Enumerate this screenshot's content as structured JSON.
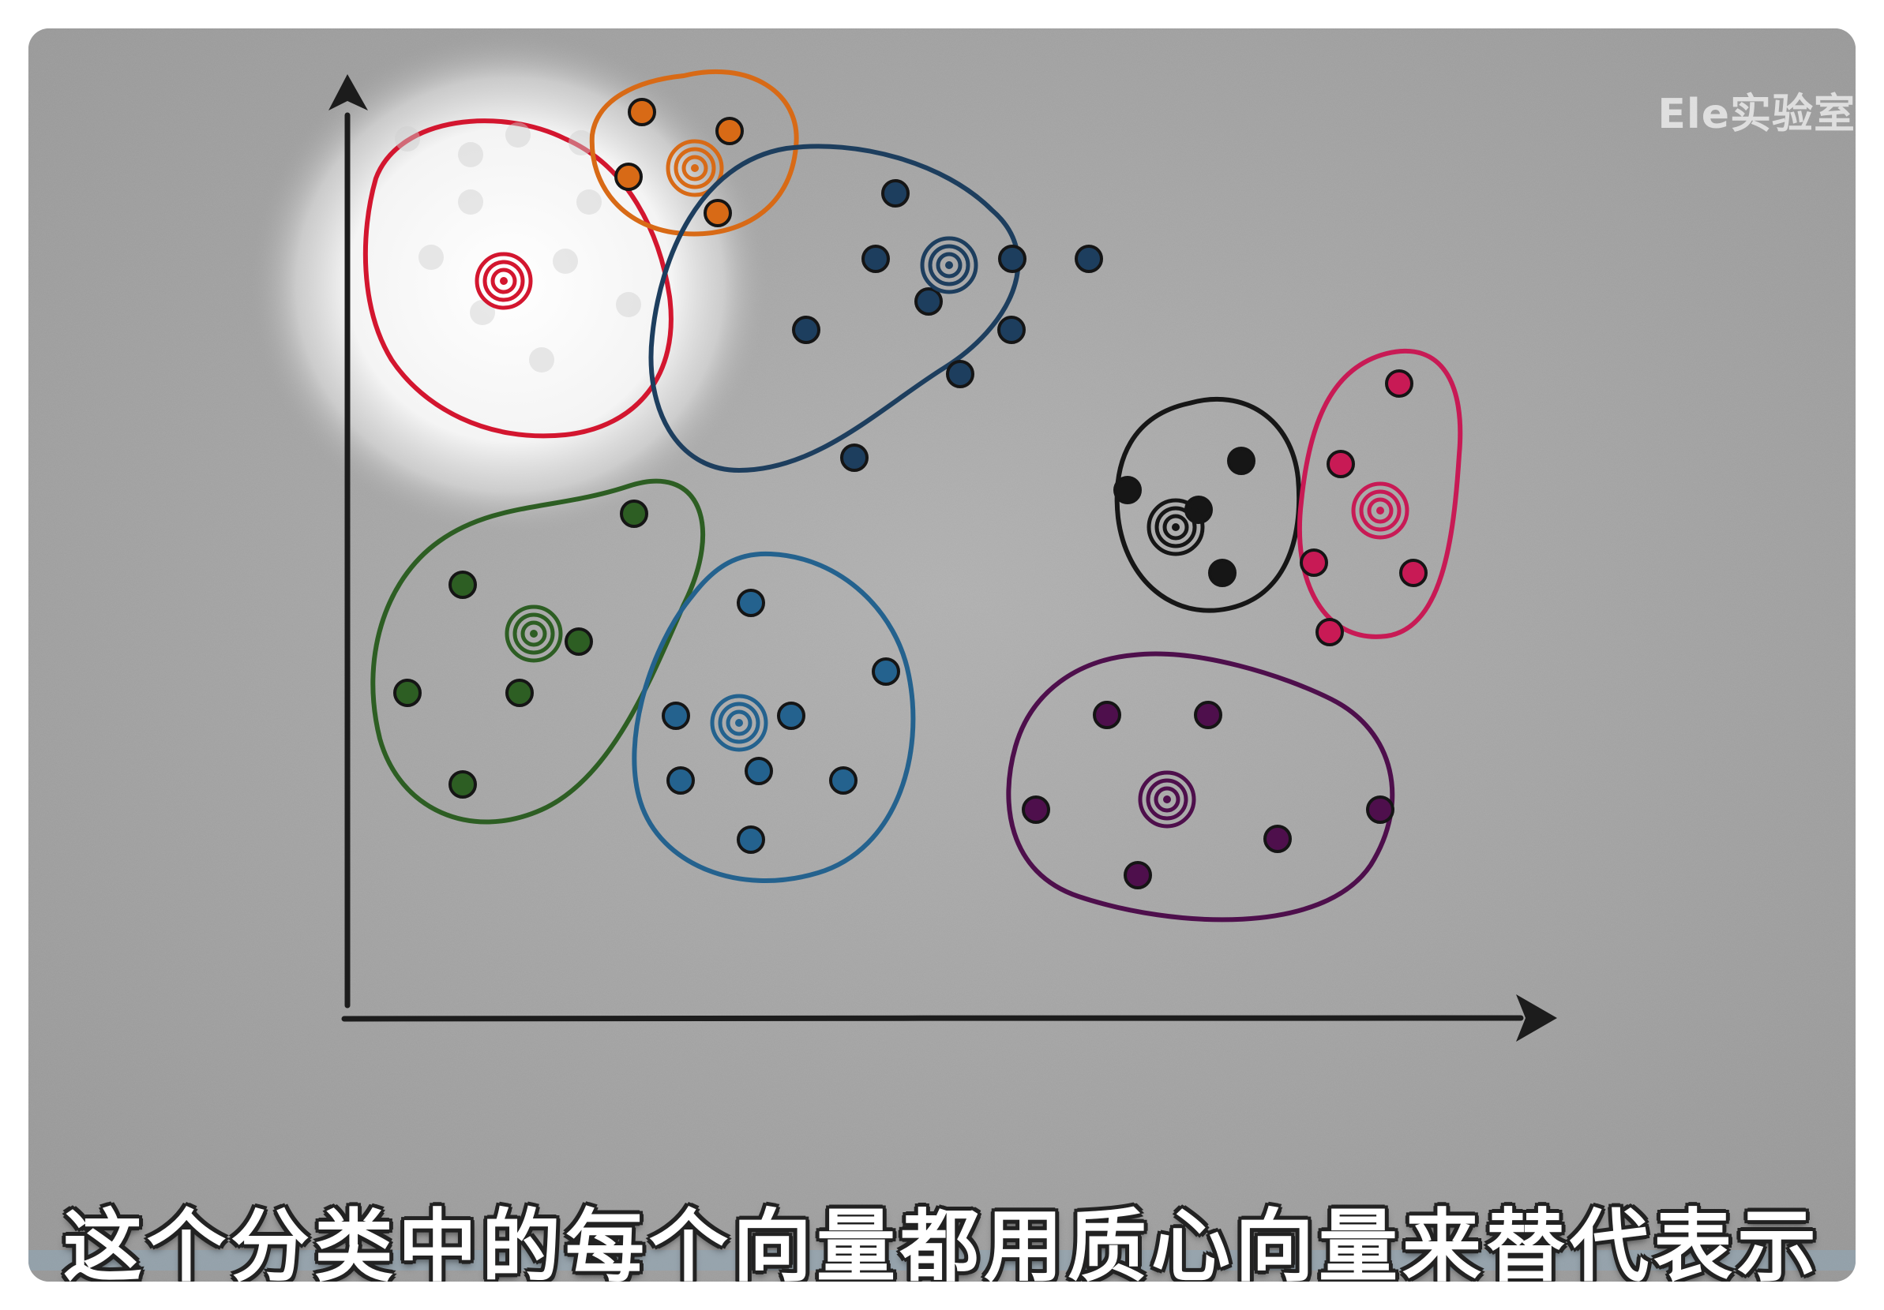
{
  "watermark": "Ele实验室",
  "caption": "这个分类中的每个向量都用质心向量来替代表示",
  "colors": {
    "background": "#a7a7a7",
    "axis": "#1c1c1c",
    "spotlight": "#ffffff"
  },
  "icons": {
    "axis_head": "arrow-head-icon",
    "centroid": "target-icon"
  },
  "clusters": [
    {
      "name": "red",
      "color": "#d3162f",
      "highlighted": true
    },
    {
      "name": "orange",
      "color": "#d86a16"
    },
    {
      "name": "dark-blue",
      "color": "#1d3e5e"
    },
    {
      "name": "black",
      "color": "#161616"
    },
    {
      "name": "pink",
      "color": "#c81a55"
    },
    {
      "name": "green",
      "color": "#2d5e23"
    },
    {
      "name": "blue",
      "color": "#24628e"
    },
    {
      "name": "purple",
      "color": "#4e0f4c"
    }
  ]
}
